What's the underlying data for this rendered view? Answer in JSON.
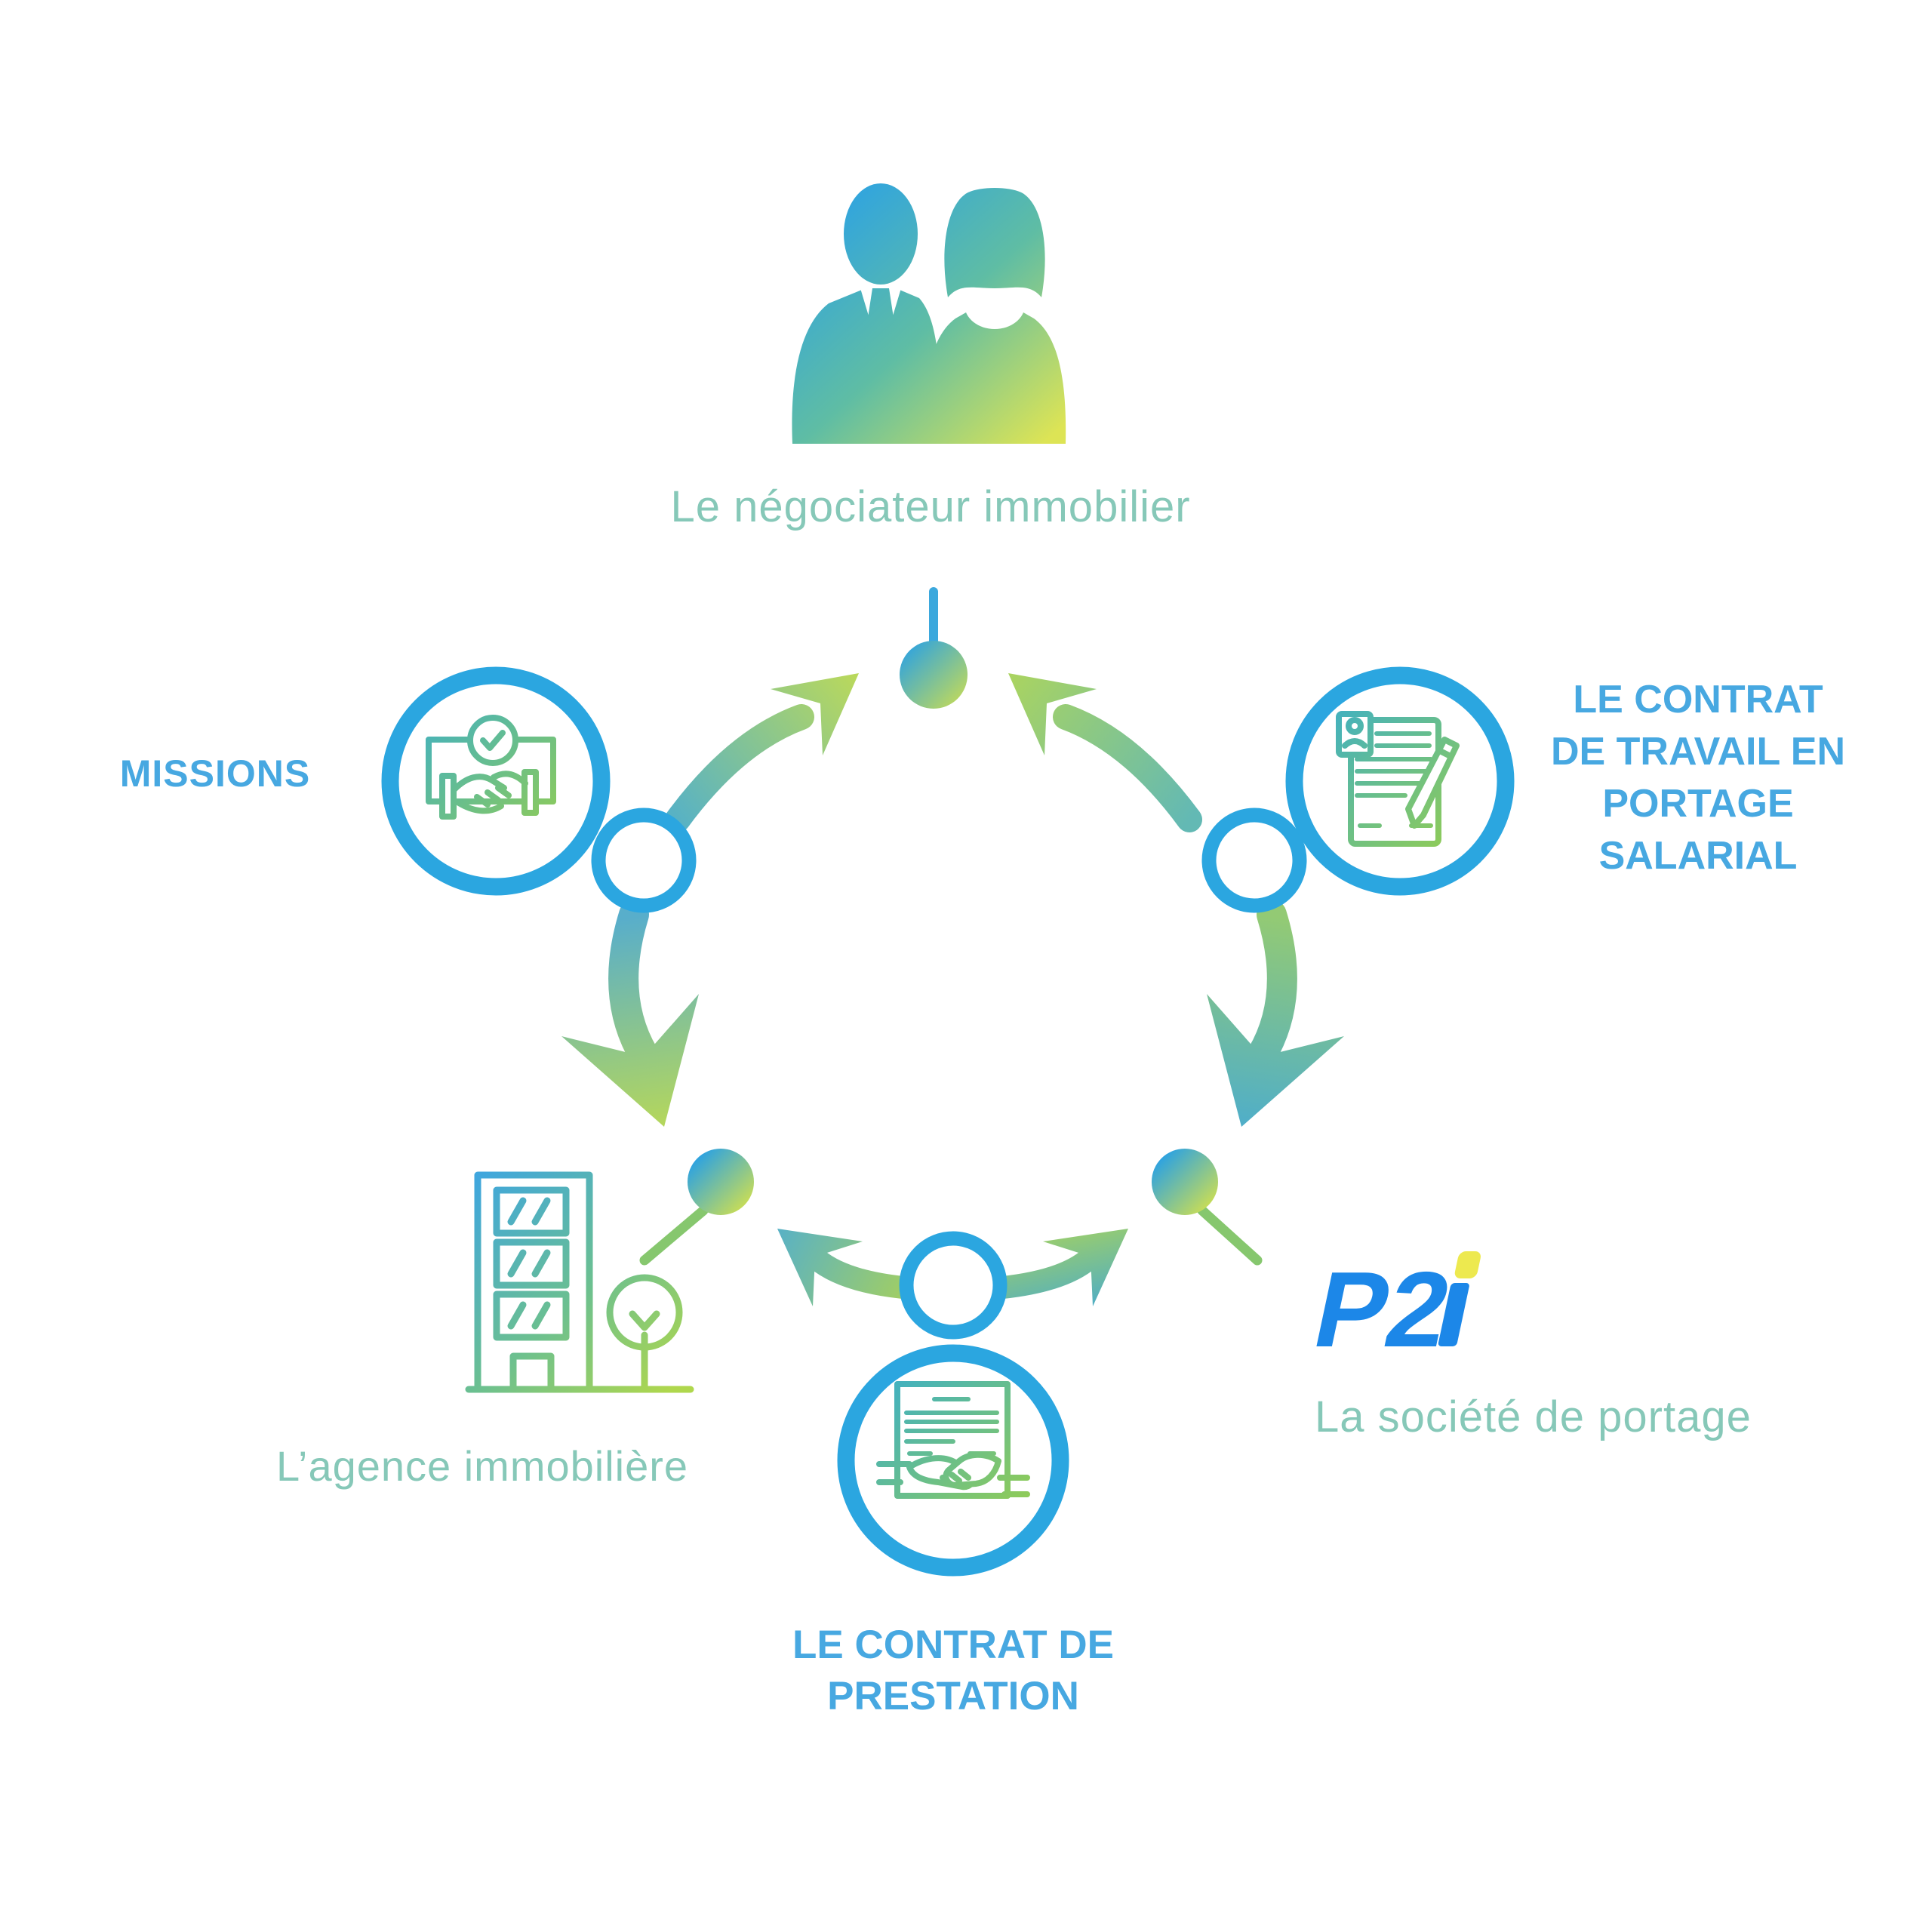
{
  "palette": {
    "background": "#FFFFFF",
    "ring_blue": "#2BA6E0",
    "heading_blue": "#47A8E1",
    "teal_label": "#86C8B8",
    "logo_blue": "#1C87E8",
    "logo_dot_yellow": "#EDE94F",
    "gradient_blue": "#2EA3E2",
    "gradient_teal": "#5FBDA4",
    "gradient_green": "#97CE4D",
    "gradient_yellow": "#DDE455",
    "pin_stem_green": "#86C76E",
    "pin_stem_blue": "#3BA8DD"
  },
  "nodes": {
    "negociateur": {
      "label": "Le négociateur immobilier",
      "icon": "man-woman-silhouette-icon"
    },
    "missions": {
      "label": "MISSIONS",
      "icon": "handshake-agreement-check-icon"
    },
    "contrat_travail": {
      "lines": [
        "LE CONTRAT",
        "DE TRAVAIL EN",
        "PORTAGE",
        "SALARIAL"
      ],
      "icon": "employment-contract-pen-icon"
    },
    "agence": {
      "label": "L’agence immobilière",
      "icon": "building-tree-icon"
    },
    "contrat_prestation": {
      "lines": [
        "LE CONTRAT DE",
        "PRESTATION"
      ],
      "icon": "service-contract-handshake-icon"
    },
    "societe_portage": {
      "label": "La société de portage",
      "logo_main": "P2",
      "logo_brand": "P2i"
    }
  }
}
